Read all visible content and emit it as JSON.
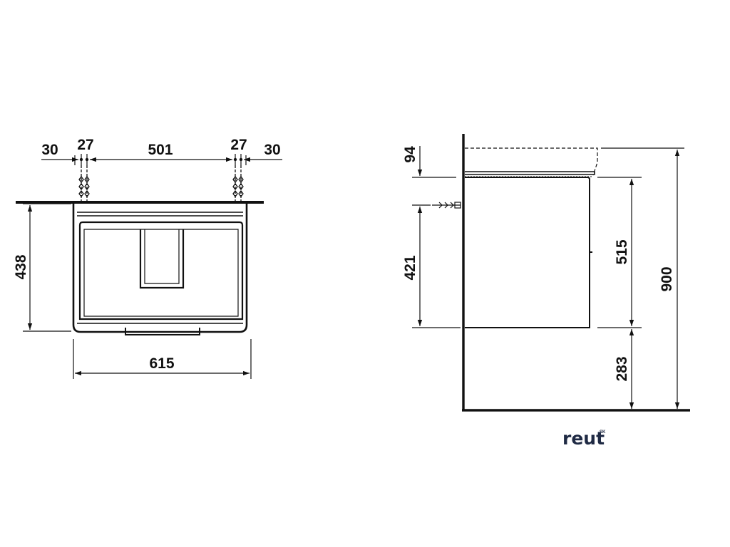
{
  "front_view": {
    "dimensions": {
      "offset_left": "30",
      "bolt_left": "27",
      "bolt_spacing": "501",
      "bolt_right": "27",
      "offset_right": "30",
      "height": "438",
      "width": "615"
    }
  },
  "side_view": {
    "dimensions": {
      "top_thickness": "94",
      "mount_height": "421",
      "cabinet_height": "515",
      "floor_clearance": "283",
      "total_height": "900"
    }
  },
  "logo": {
    "text": "reut",
    "superscript": "SK"
  },
  "colors": {
    "line": "#111111",
    "logo": "#1f2a44"
  }
}
